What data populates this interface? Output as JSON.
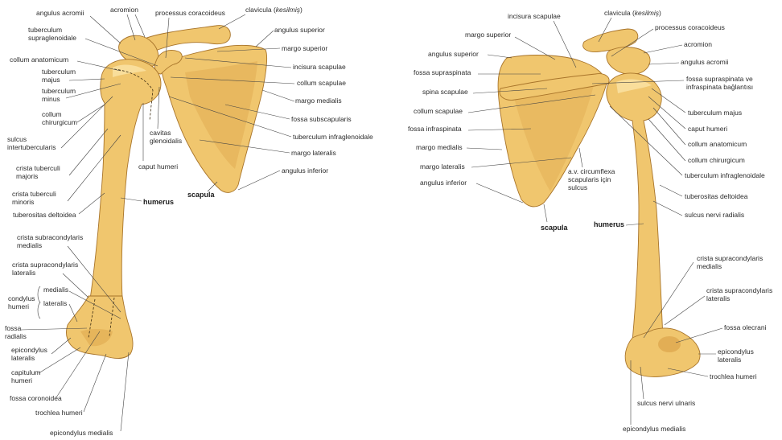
{
  "anterior": {
    "angulus_acromii": "angulus acromii",
    "acromion": "acromion",
    "processus_coracoideus": "processus coracoideus",
    "clavicula": "clavicula (",
    "kesilmis": "kesilmiş",
    "clavicula_close": ")",
    "tuberculum_supraglenoidale_1": "tuberculum",
    "tuberculum_supraglenoidale_2": "supraglenoidale",
    "collum_anatomicum": "collum anatomicum",
    "tuberculum_majus_1": "tuberculum",
    "tuberculum_majus_2": "majus",
    "tuberculum_minus_1": "tuberculum",
    "tuberculum_minus_2": "minus",
    "collum_chirurgicum_1": "collum",
    "collum_chirurgicum_2": "chirurgicum",
    "sulcus_intertubercularis_1": "sulcus",
    "sulcus_intertubercularis_2": "intertubercularis",
    "crista_tuberculi_majoris_1": "crista tuberculi",
    "crista_tuberculi_majoris_2": "majoris",
    "crista_tuberculi_minoris_1": "crista tuberculi",
    "crista_tuberculi_minoris_2": "minoris",
    "tuberositas_deltoidea": "tuberositas deltoidea",
    "cavitas_glenoidalis_1": "cavitas",
    "cavitas_glenoidalis_2": "glenoidalis",
    "caput_humeri": "caput humeri",
    "humerus": "humerus",
    "scapula": "scapula",
    "angulus_superior": "angulus superior",
    "margo_superior": "margo superior",
    "incisura_scapulae": "incisura scapulae",
    "collum_scapulae": "collum scapulae",
    "margo_medialis": "margo medialis",
    "fossa_subscapularis": "fossa subscapularis",
    "tuberculum_infraglenoidale": "tuberculum infraglenoidale",
    "margo_lateralis": "margo lateralis",
    "angulus_inferior": "angulus inferior",
    "crista_subracondylaris_1": "crista subracondylaris",
    "crista_subracondylaris_2": "medialis",
    "crista_supracondylaris_1": "crista supracondylaris",
    "crista_supracondylaris_2": "lateralis",
    "condylus_1": "condylus",
    "condylus_2": "humeri",
    "medialis": "medialis",
    "lateralis": "lateralis",
    "fossa_radialis_1": "fossa",
    "fossa_radialis_2": "radialis",
    "epicondylus_lateralis_1": "epicondylus",
    "epicondylus_lateralis_2": "lateralis",
    "capitulum_humeri_1": "capitulum",
    "capitulum_humeri_2": "humeri",
    "fossa_coronoidea": "fossa coronoidea",
    "trochlea_humeri": "trochlea humeri",
    "epicondylus_medialis": "epicondylus medialis"
  },
  "posterior": {
    "incisura_scapulae": "incisura scapulae",
    "clavicula": "clavicula (",
    "kesilmis": "kesilmiş",
    "clavicula_close": ")",
    "margo_superior": "margo superior",
    "processus_coracoideus": "processus coracoideus",
    "acromion": "acromion",
    "angulus_superior": "angulus superior",
    "angulus_acromii": "angulus acromii",
    "fossa_supraspinata": "fossa supraspinata",
    "fossa_supra_infra_1": "fossa supraspinata ve",
    "fossa_supra_infra_2": "infraspinata  bağlantısı",
    "spina_scapulae": "spina scapulae",
    "collum_scapulae": "collum scapulae",
    "tuberculum_majus": "tuberculum majus",
    "fossa_infraspinata": "fossa infraspinata",
    "caput_humeri": "caput humeri",
    "collum_anatomicum": "collum anatomicum",
    "margo_medialis": "margo medialis",
    "collum_chirurgicum": "collum chirurgicum",
    "margo_lateralis": "margo lateralis",
    "av_1": "a.v. circumflexa",
    "av_2": "scapularis için",
    "av_3": "sulcus",
    "tuberculum_infraglenoidale": "tuberculum infraglenoidale",
    "angulus_inferior": "angulus inferior",
    "tuberositas_deltoidea": "tuberositas deltoidea",
    "scapula": "scapula",
    "humerus": "humerus",
    "sulcus_nervi_radialis": "sulcus nervi radialis",
    "crista_supracondylaris_medialis_1": "crista supracondylaris",
    "crista_supracondylaris_medialis_2": "medialis",
    "crista_supracondylaris_lateralis_1": "crista supracondylaris",
    "crista_supracondylaris_lateralis_2": "lateralis",
    "fossa_olecrani": "fossa olecrani",
    "epicondylus_lateralis_1": "epicondylus",
    "epicondylus_lateralis_2": "lateralis",
    "trochlea_humeri": "trochlea humeri",
    "sulcus_nervi_ulnaris": "sulcus nervi ulnaris",
    "epicondylus_medialis": "epicondylus medialis"
  }
}
